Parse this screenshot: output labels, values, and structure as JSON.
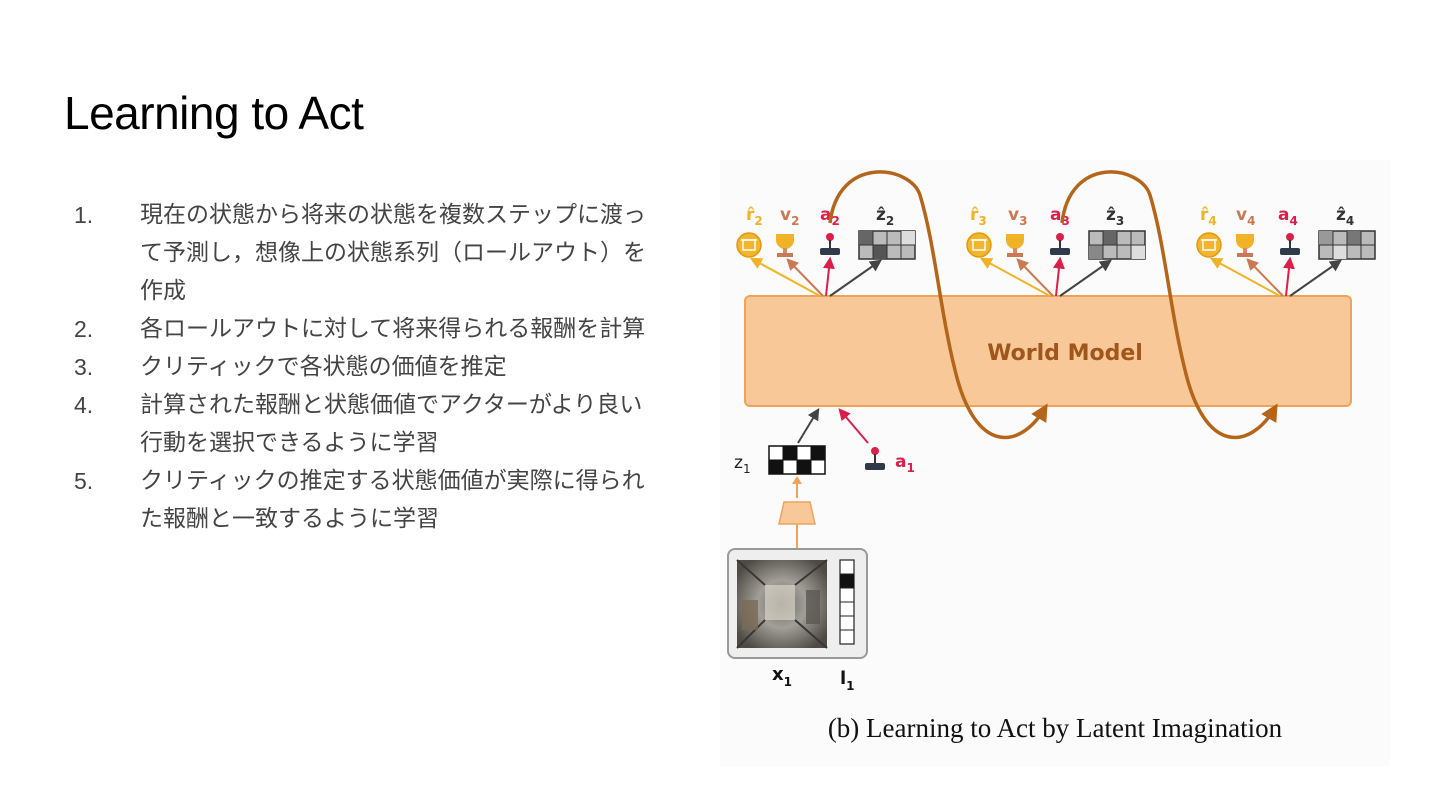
{
  "title": "Learning to Act",
  "steps": [
    {
      "num": "1.",
      "text": "現在の状態から将来の状態を複数ステップに渡って予測し，想像上の状態系列（ロールアウト）を作成"
    },
    {
      "num": "2.",
      "text": "各ロールアウトに対して将来得られる報酬を計算"
    },
    {
      "num": "3.",
      "text": "クリティックで各状態の価値を推定"
    },
    {
      "num": "4.",
      "text": "計算された報酬と状態価値でアクターがより良い行動を選択できるように学習"
    },
    {
      "num": "5.",
      "text": "クリティックの推定する状態価値が実際に得られた報酬と一致するように学習"
    }
  ],
  "figure": {
    "world_model_label": "World Model",
    "caption": "(b) Learning to Act by Latent Imagination",
    "z1": {
      "letter": "z",
      "sub": "1"
    },
    "a1": {
      "letter": "a",
      "sub": "1"
    },
    "x1": {
      "letter": "x",
      "sub": "1"
    },
    "l1": {
      "letter": "l",
      "sub": "1"
    },
    "steps": [
      {
        "r": {
          "letter": "r̂",
          "sub": "2"
        },
        "v": {
          "letter": "v",
          "sub": "2"
        },
        "a": {
          "letter": "a",
          "sub": "2"
        },
        "z": {
          "letter": "ẑ",
          "sub": "2"
        }
      },
      {
        "r": {
          "letter": "r̂",
          "sub": "3"
        },
        "v": {
          "letter": "v",
          "sub": "3"
        },
        "a": {
          "letter": "a",
          "sub": "3"
        },
        "z": {
          "letter": "ẑ",
          "sub": "3"
        }
      },
      {
        "r": {
          "letter": "r̂",
          "sub": "4"
        },
        "v": {
          "letter": "v",
          "sub": "4"
        },
        "a": {
          "letter": "a",
          "sub": "4"
        },
        "z": {
          "letter": "ẑ",
          "sub": "4"
        }
      }
    ]
  },
  "colors": {
    "reward": "#f0b327",
    "value": "#c97a54",
    "action": "#d8204a",
    "latent": "#444444",
    "world_model_fill": "#f8c898",
    "world_model_stroke": "#eea35a",
    "world_model_text": "#a0561b",
    "loop_arrow": "#b3651a"
  }
}
